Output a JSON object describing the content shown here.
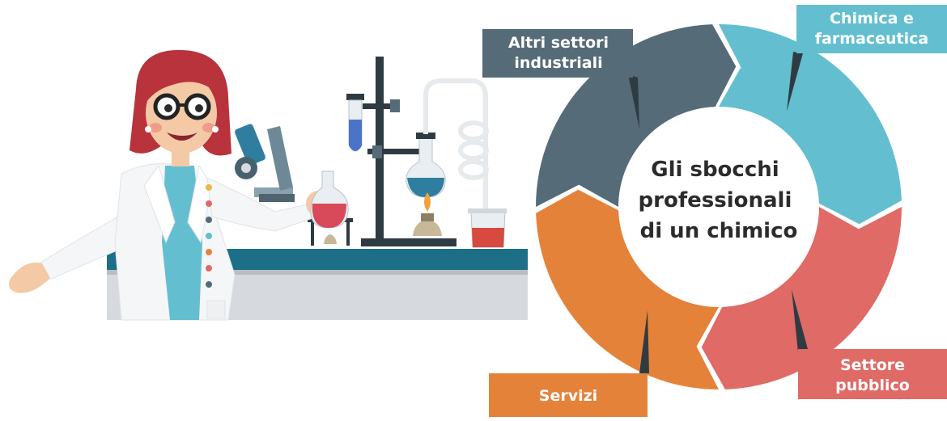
{
  "diagram": {
    "center_text": [
      "Gli sbocchi",
      "professionali",
      "di un chimico"
    ],
    "segments": [
      {
        "label_lines": [
          "Altri settori",
          "industriali"
        ],
        "color": "#566b78"
      },
      {
        "label_lines": [
          "Chimica e",
          "farmaceutica"
        ],
        "color": "#63bfd0"
      },
      {
        "label_lines": [
          "Settore",
          "pubblico"
        ],
        "color": "#e06a66"
      },
      {
        "label_lines": [
          "Servizi"
        ],
        "color": "#e5823a"
      }
    ]
  },
  "illustration": {
    "subject": "chemist-in-lab-icon",
    "coat_buttons": [
      "#e8b84d",
      "#e06a66",
      "#566b78",
      "#63bfd0",
      "#e5823a",
      "#e06a66",
      "#566b78"
    ]
  }
}
